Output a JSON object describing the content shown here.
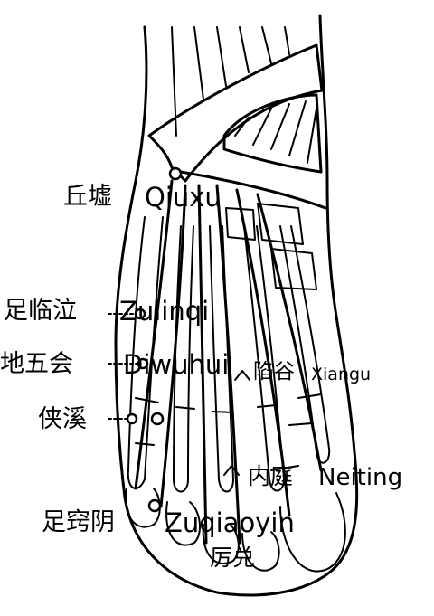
{
  "labels": {
    "qiuxu_cn": "丘墟",
    "qiuxu_en": "Qiuxu",
    "zulinqi_cn": "足临泣",
    "zulinqi_en": "Zulinqi",
    "diwuhui_cn": "地五会",
    "diwuhui_en": "Diwuhui",
    "xiangu_cn": "陷谷",
    "xiangu_en": "Xiangu",
    "xiaxi_cn": "侠溪",
    "neiting_cn": "内庭",
    "neiting_en": "Neiting",
    "zuqiaoyin_cn": "足窍阴",
    "zuqiaoyin_en": "Zuqiaoyin",
    "lidui_cn": "厉兑"
  }
}
